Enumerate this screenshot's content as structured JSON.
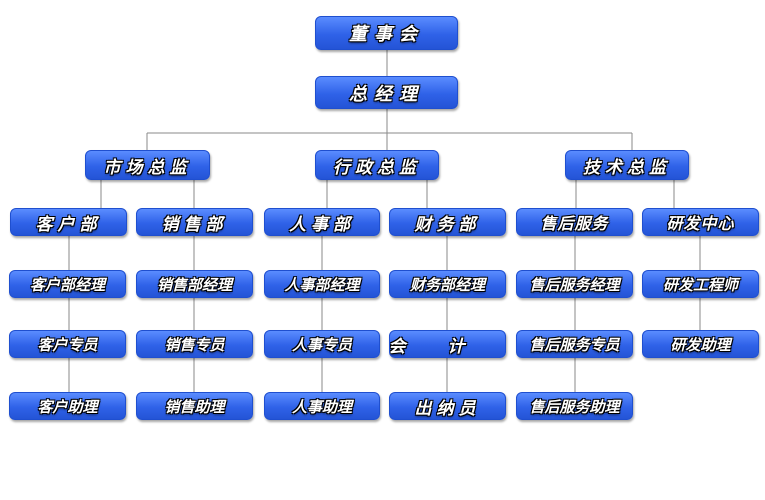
{
  "org": {
    "board": "董事会",
    "gm": "总经理",
    "market_director": "市场总监",
    "admin_director": "行政总监",
    "tech_director": "技术总监",
    "customer_dept": "客户部",
    "sales_dept": "销售部",
    "hr_dept": "人事部",
    "finance_dept": "财务部",
    "after_sales": "售后服务",
    "rd_center": "研发中心",
    "customer_manager": "客户部经理",
    "sales_manager": "销售部经理",
    "hr_manager": "人事部经理",
    "finance_manager": "财务部经理",
    "after_sales_manager": "售后服务经理",
    "rd_engineer": "研发工程师",
    "customer_specialist": "客户专员",
    "sales_specialist": "销售专员",
    "hr_specialist": "人事专员",
    "accountant": "会计",
    "after_sales_specialist": "售后服务专员",
    "rd_assistant": "研发助理",
    "customer_assistant": "客户助理",
    "sales_assistant": "销售助理",
    "hr_assistant": "人事助理",
    "cashier": "出纳员",
    "after_sales_assistant": "售后服务助理"
  },
  "colors": {
    "box_top": "#5a8cff",
    "box_bottom": "#2454d6",
    "connector": "#8a8a8a",
    "text": "#ffffff"
  }
}
